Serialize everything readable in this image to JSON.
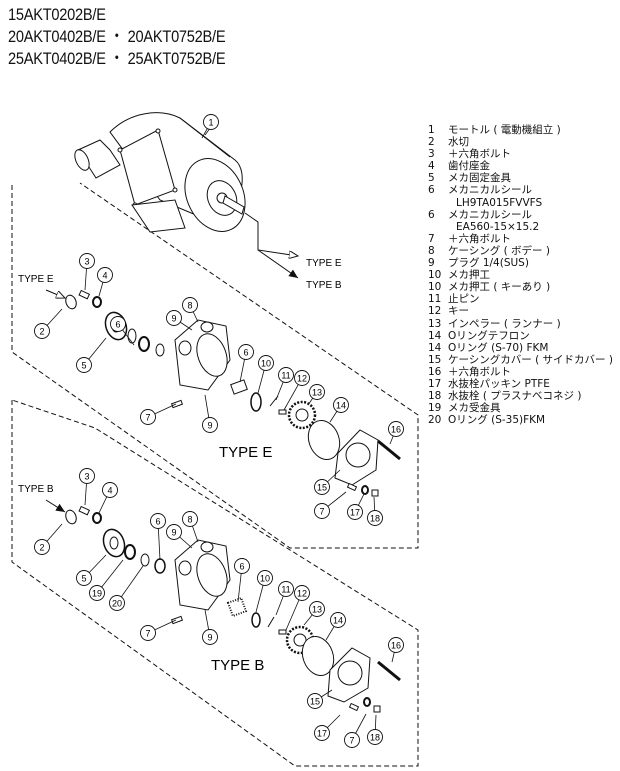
{
  "models": [
    "15AKT0202B/E",
    "20AKT0402B/E ・ 20AKT0752B/E",
    "25AKT0402B/E ・ 25AKT0752B/E"
  ],
  "legend": [
    {
      "num": "1",
      "name": "モートル ( 電動機組立 )"
    },
    {
      "num": "2",
      "name": "水切"
    },
    {
      "num": "3",
      "name": "＋六角ボルト"
    },
    {
      "num": "4",
      "name": "歯付座金"
    },
    {
      "num": "5",
      "name": "メカ固定金具"
    },
    {
      "num": "6",
      "name": "メカニカルシール",
      "sub": "LH9TA015FVVFS"
    },
    {
      "num": "6",
      "name": "メカニカルシール",
      "sub": "EA560-15×15.2"
    },
    {
      "num": "7",
      "name": "＋六角ボルト"
    },
    {
      "num": "8",
      "name": "ケーシング ( ボデー )"
    },
    {
      "num": "9",
      "name": "プラグ 1/4(SUS)"
    },
    {
      "num": "10",
      "name": "メカ押工"
    },
    {
      "num": "10",
      "name": "メカ押工 ( キーあり )"
    },
    {
      "num": "11",
      "name": "止ピン"
    },
    {
      "num": "12",
      "name": "キー"
    },
    {
      "num": "13",
      "name": "インペラー ( ランナー )"
    },
    {
      "num": "14",
      "name": "Oリングテフロン"
    },
    {
      "num": "14",
      "name": "Oリング (S-70) FKM"
    },
    {
      "num": "15",
      "name": "ケーシングカバー ( サイドカバー )"
    },
    {
      "num": "16",
      "name": "＋六角ボルト"
    },
    {
      "num": "17",
      "name": "水抜栓パッキン PTFE"
    },
    {
      "num": "18",
      "name": "水抜栓 ( プラスナベコネジ )"
    },
    {
      "num": "19",
      "name": "メカ受金具"
    },
    {
      "num": "20",
      "name": "Oリング (S-35)FKM"
    }
  ],
  "diagram": {
    "motor_arrow_type_e": "TYPE E",
    "motor_arrow_type_b": "TYPE B",
    "type_e": {
      "entry_label": "TYPE E",
      "section_label": "TYPE E",
      "callouts": [
        "1",
        "2",
        "3",
        "4",
        "5",
        "6",
        "7",
        "8",
        "9",
        "9",
        "6",
        "10",
        "11",
        "12",
        "13",
        "14",
        "15",
        "16",
        "7",
        "17",
        "18"
      ]
    },
    "type_b": {
      "entry_label": "TYPE B",
      "section_label": "TYPE B",
      "callouts": [
        "2",
        "3",
        "4",
        "5",
        "19",
        "20",
        "6",
        "8",
        "9",
        "6",
        "9",
        "10",
        "11",
        "12",
        "13",
        "14",
        "15",
        "16",
        "7",
        "17",
        "18",
        "7"
      ]
    }
  }
}
